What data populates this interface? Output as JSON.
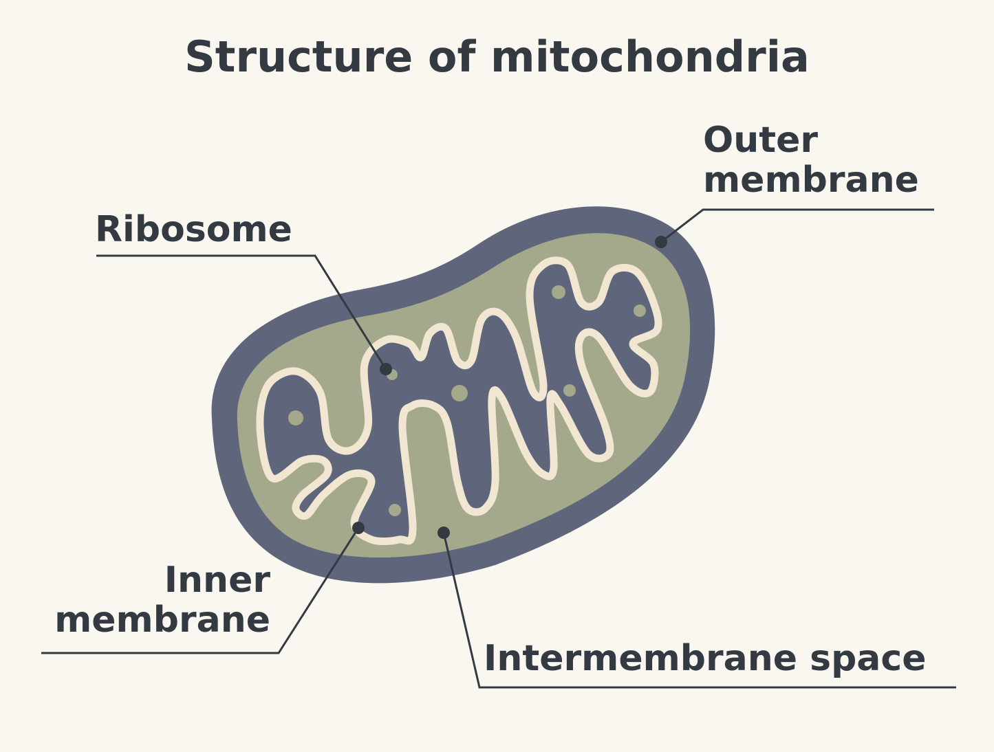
{
  "title": "Structure of mitochondria",
  "labels": {
    "ribosome": "Ribosome",
    "outer_membrane_line1": "Outer",
    "outer_membrane_line2": "membrane",
    "inner_membrane_line1": "Inner",
    "inner_membrane_line2": "membrane",
    "intermembrane_space": "Intermembrane space"
  },
  "colors": {
    "background": "#faf6f0",
    "outer_membrane": "#5f667c",
    "intermembrane": "#a3a98a",
    "cristae": "#f0e6d2",
    "text": "#333a42"
  }
}
